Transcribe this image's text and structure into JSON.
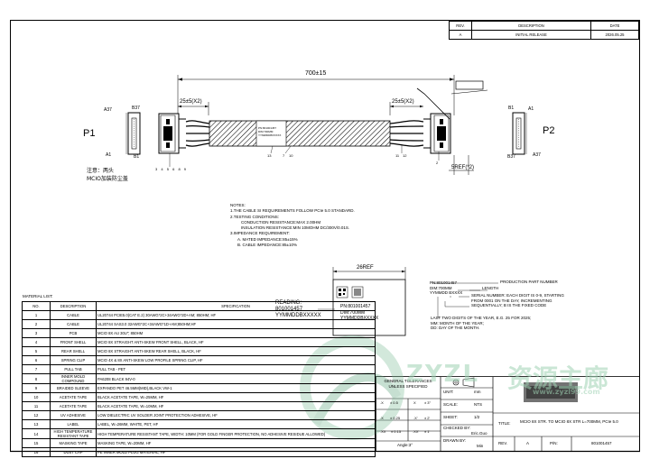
{
  "revision_table": {
    "headers": [
      "REV.",
      "DESCRIPTION",
      "DATE"
    ],
    "rows": [
      [
        "A",
        "INITIAL RELEASE",
        "2026.05.25"
      ]
    ]
  },
  "drawing": {
    "overall_length": "700±15",
    "dim_left": "25±5(X2)",
    "dim_right": "25±5(X2)",
    "ref_dim": "5REF(*2)",
    "p1": "P1",
    "p2": "P2",
    "pins_left": {
      "top_a": "A37",
      "top_b": "B37",
      "bot_a": "A1",
      "bot_b": "B1"
    },
    "pins_right": {
      "top_a": "B1",
      "top_b": "A1",
      "bot_a": "B37",
      "bot_b": "A37"
    },
    "note_cn_1": "注意：两头",
    "note_cn_2": "MCIO加装防尘盖",
    "balloons_left": [
      "3",
      "4",
      "5",
      "6",
      "8",
      "9"
    ],
    "balloon_mid1": "13",
    "balloon_mid2": "7",
    "balloon_mid3": "10",
    "balloons_right": [
      "11",
      "12"
    ],
    "balloon_p2": "2",
    "label_small": [
      "PN:801001457",
      "DIM:700MM",
      "YYMMDDBXXXXX"
    ]
  },
  "notes": {
    "title": "NOTES:",
    "lines": [
      "1.THE CABLE SI REQUIREMENTS FOLLOW PCIe 5.0 STANDARD.",
      "2.TESTING CONDITIONS:",
      "CONDUCTION RESISTANCE:MAX 2.00HM",
      "INSULATION RESISTANCE:MIN 10MOHM DC/300V/0.01S.",
      "3.IMPEDANCE REQUIREMENT:",
      "A. MATED IMPEDANCE:85±15%",
      "B. CABLE IMPEDANCE:85±10%"
    ]
  },
  "label_detail": {
    "ref": "26REF",
    "reading": "READING:",
    "reading_pn": "801001457",
    "reading_code": "YYMMDDBXXXXX",
    "pn": "PN:801001457",
    "dim": "DIM:700MM",
    "code": "YYMMDDBXXXXX"
  },
  "legend": {
    "pn": "PN:801001457",
    "pn_desc": "PRODUCTION PART NUMBER",
    "dim": "DIM:700MM",
    "dim_desc": "LENGTH",
    "code": "YYMMDD BXXXX",
    "serial": [
      "SERIAL NUMBER: EACH DIGIT IS 0-9, STARTING",
      "FROM 0001 ON THE DAY, INCREMENTING",
      "SEQUENTIALLY; B IS THE FIXED CODE"
    ],
    "dates": [
      "LAST TWO DIGITS OF THE YEAR, E.G. 25 FOR 2025;",
      "MM: MONTH OF THE YEAR;",
      "DD: DAY OF THE MONTH."
    ]
  },
  "material_list": {
    "title": "MATERIAL LIST:",
    "headers": [
      "NO.",
      "DESCRIPTION",
      "SPECIFICATION"
    ],
    "rows": [
      [
        "1",
        "CABLE",
        "UL20744 PCIE5.0(CAT E.2) 30AWG*2C+34AWG*2D+AM; 850HM; HF"
      ],
      [
        "2",
        "CABLE",
        "UL20744 SAS3.0 32AWG*2C+34AWG*1D+AM;850HM;HF"
      ],
      [
        "3",
        "PCB",
        "MCIO 8X AU 30U\"; 850HM"
      ],
      [
        "4",
        "FRONT SHELL",
        "MCIO 8X STRAIGHT ANTI-SKEW FRONT SHELL, BLACK, HF"
      ],
      [
        "5",
        "REAR SHELL",
        "MCIO 8X STRAIGHT ANTI-SKEW REAR SHELL, BLACK, HF"
      ],
      [
        "6",
        "SPRING CLIP",
        "MCIO 4X & 8X ANTI-SKEW LOW PROFILE SPRING CLIP, HF"
      ],
      [
        "7",
        "PULL TAB",
        "PULL TAB - PET"
      ],
      [
        "8",
        "INNER MOLD COMPOUND",
        "PA6208 BLACK 94V-0"
      ],
      [
        "9",
        "BRAIDED SLEEVE",
        "EXPANDO PET 46.5MM(MID),BLACK VW-1"
      ],
      [
        "10",
        "ACETATE TAPE",
        "BLACK ACETATE TAPE, W=25MM, HF"
      ],
      [
        "11",
        "ACETATE TAPE",
        "BLACK ACETATE TAPE, W=10MM, HF"
      ],
      [
        "12",
        "UV ADHESIVE",
        "LOW DIELECTRIC UV SOLDER JOINT PROTECTION ADHESIVE, HF"
      ],
      [
        "13",
        "LABEL",
        "LABEL, W=26MM, WHITE, PET, HF"
      ],
      [
        "14",
        "HIGH TEMPERATURE RESISTANT TAPE",
        "HIGH TEMPERATURE RESISTANT TAPE, WIDTH: 10MM (FOR GOLD FINGER PROTECTION, NO ADHESIVE RESIDUE ALLOWED)"
      ],
      [
        "15",
        "MASKING TAPE",
        "MASKING TAPE, W=20MM, HF"
      ],
      [
        "16",
        "DUST CAP",
        "PE INNER MOLD PLUG MATERIAL, HF"
      ]
    ]
  },
  "tolerances": {
    "title": "GENERAL TOLERANCES",
    "subtitle": "UNLESS SPECIFIED",
    "r1": [
      ".X",
      "± 0.5",
      "X",
      "± 3°"
    ],
    "r2": [
      ".X",
      "± 0.25",
      ".X'",
      "± 2'"
    ],
    "r3": [
      ".XX",
      "± 0.15",
      ".XX'",
      "± 1'"
    ],
    "angle": "Angle:3°"
  },
  "title_block": {
    "unit_label": "UNIT:",
    "unit": "mm",
    "scale_label": "SCALE:",
    "scale": "NTS",
    "sheet_label": "SHEET:",
    "sheet": "1/2",
    "checked_label": "CHECKED BY:",
    "checked": "Eric.Guo",
    "drawn_label": "DRAWN BY:",
    "drawn": "Min",
    "title_label": "TITLE:",
    "title": "MCIO 8X STR. TO MCIO 8X STR L=700MM, PCIe 5.0",
    "rev_label": "REV.",
    "rev": "A",
    "pn_label": "P/N:",
    "pn": "801001457"
  },
  "watermark": {
    "latin": "ZYZL",
    "cn": "资源主廊",
    "url": "www.zyzl99.com"
  }
}
